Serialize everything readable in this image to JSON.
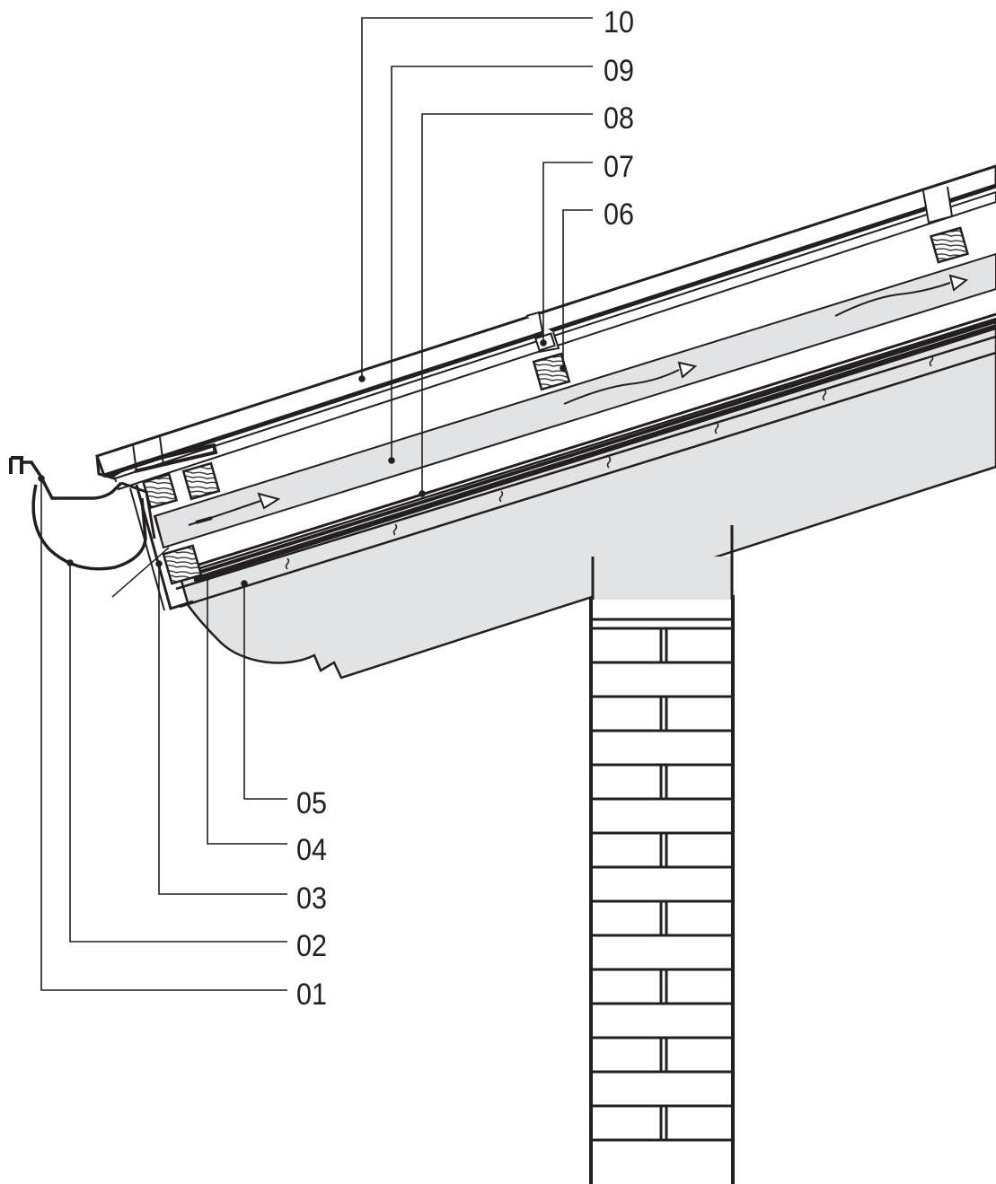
{
  "callouts": [
    {
      "id": "10",
      "label": "10"
    },
    {
      "id": "09",
      "label": "09"
    },
    {
      "id": "08",
      "label": "08"
    },
    {
      "id": "07",
      "label": "07"
    },
    {
      "id": "06",
      "label": "06"
    },
    {
      "id": "05",
      "label": "05"
    },
    {
      "id": "04",
      "label": "04"
    },
    {
      "id": "03",
      "label": "03"
    },
    {
      "id": "02",
      "label": "02"
    },
    {
      "id": "01",
      "label": "01"
    }
  ],
  "colors": {
    "line": "#231f20",
    "fill_grey": "#e2e3e4",
    "background": "#ffffff"
  }
}
